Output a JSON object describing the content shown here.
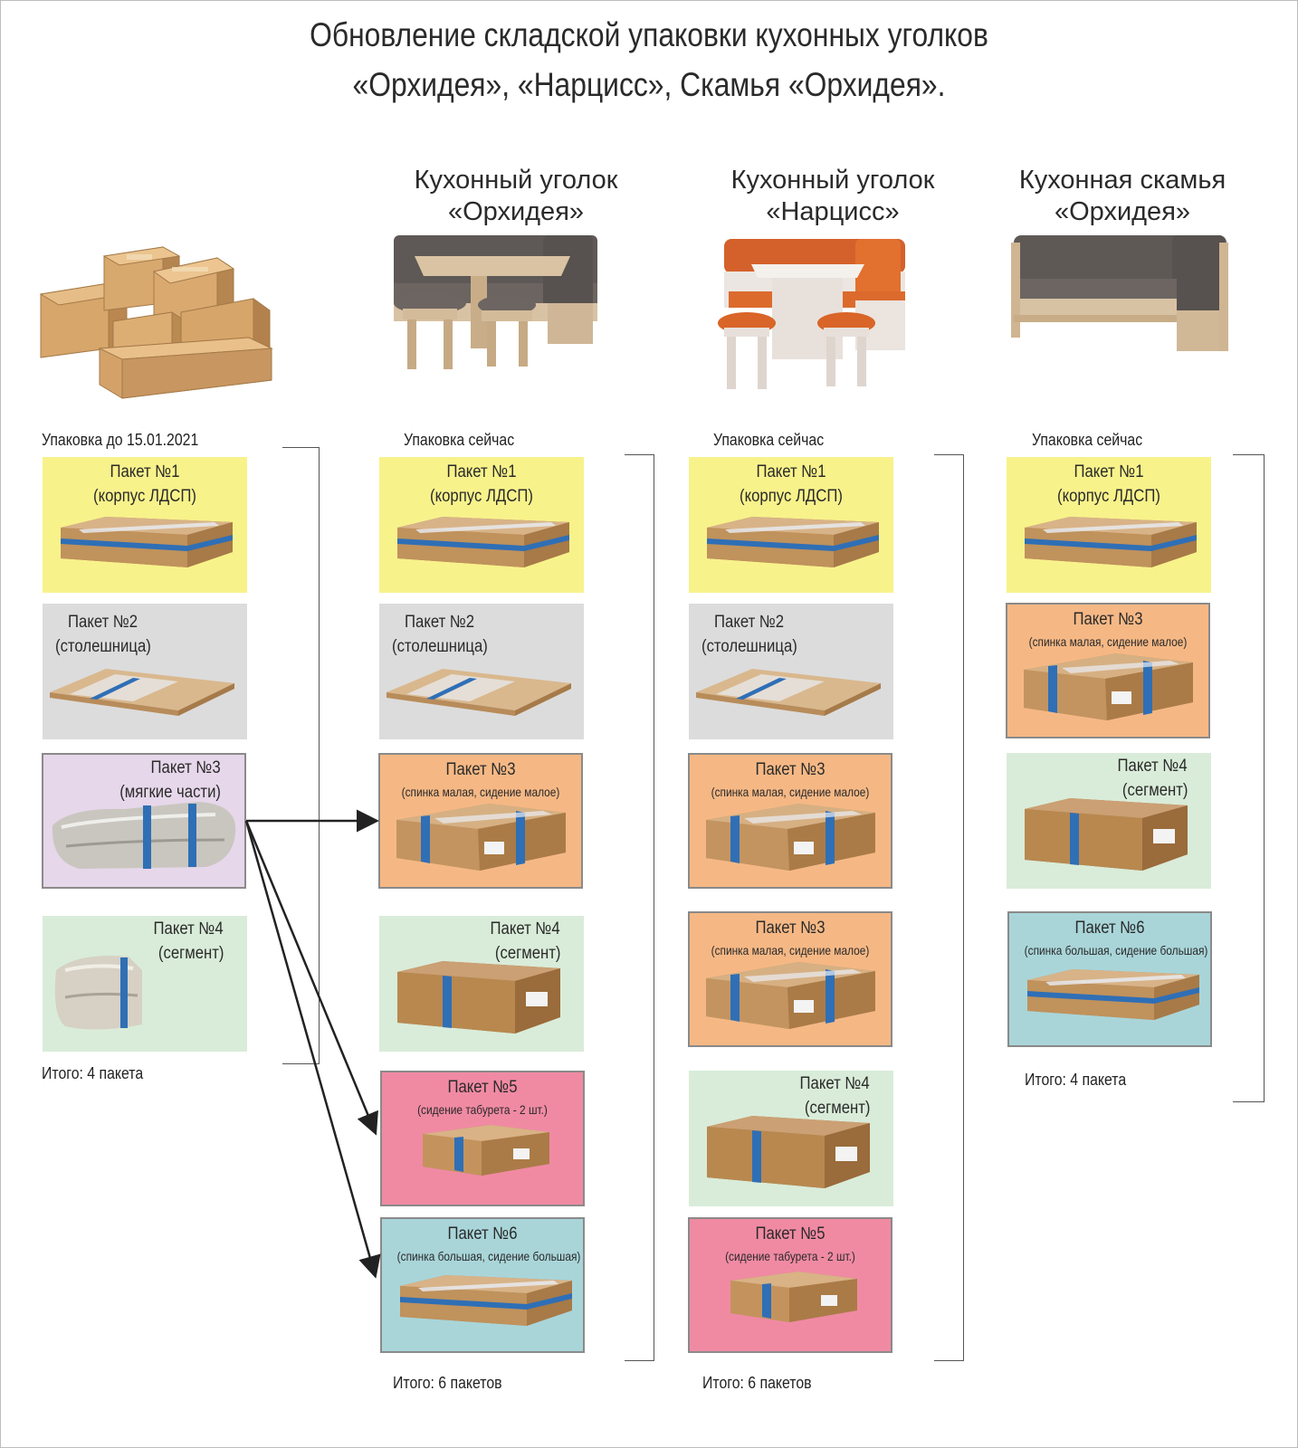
{
  "title": {
    "line1": "Обновление складской упаковки кухонных уголков",
    "line2": "«Орхидея», «Нарцисс», Скамья «Орхидея»."
  },
  "colors": {
    "pkg1": "#f8f28b",
    "pkg2": "#dcdcdc",
    "pkg3_old": "#e6d7ea",
    "pkg3": "#f5b885",
    "pkg4": "#d9ecd9",
    "pkg5": "#f08aa3",
    "pkg6": "#a9d5d9"
  },
  "columns": {
    "old": {
      "image_name": "cardboard-boxes-pile",
      "label": "Упаковка до 15.01.2021",
      "total": "Итого: 4 пакета",
      "packages": [
        {
          "t1": "Пакет №1",
          "t2": "(корпус ЛДСП)"
        },
        {
          "t1": "Пакет №2",
          "t2": "(столешница)"
        },
        {
          "t1": "Пакет №3",
          "t2": "(мягкие части)"
        },
        {
          "t1": "Пакет №4",
          "t2": "(сегмент)"
        }
      ]
    },
    "orchid": {
      "product_line1": "Кухонный уголок",
      "product_line2": "«Орхидея»",
      "label": "Упаковка сейчас",
      "total": "Итого: 6 пакетов",
      "packages": [
        {
          "t1": "Пакет №1",
          "t2": "(корпус ЛДСП)"
        },
        {
          "t1": "Пакет №2",
          "t2": "(столешница)"
        },
        {
          "t1": "Пакет №3",
          "t2": "(спинка малая, сидение малое)"
        },
        {
          "t1": "Пакет №4",
          "t2": "(сегмент)"
        },
        {
          "t1": "Пакет №5",
          "t2": "(сидение табурета - 2 шт.)"
        },
        {
          "t1": "Пакет №6",
          "t2": "(спинка большая, сидение большая)"
        }
      ]
    },
    "narcissus": {
      "product_line1": "Кухонный уголок",
      "product_line2": "«Нарцисс»",
      "label": "Упаковка сейчас",
      "total": "Итого: 6 пакетов",
      "packages": [
        {
          "t1": "Пакет №1",
          "t2": "(корпус ЛДСП)"
        },
        {
          "t1": "Пакет №2",
          "t2": "(столешница)"
        },
        {
          "t1": "Пакет №3",
          "t2": "(спинка малая, сидение малое)"
        },
        {
          "t1": "Пакет №3",
          "t2": "(спинка малая, сидение малое)"
        },
        {
          "t1": "Пакет №4",
          "t2": "(сегмент)"
        },
        {
          "t1": "Пакет №5",
          "t2": "(сидение табурета - 2 шт.)"
        }
      ]
    },
    "bench": {
      "product_line1": "Кухонная скамья",
      "product_line2": "«Орхидея»",
      "label": "Упаковка сейчас",
      "total": "Итого: 4 пакета",
      "packages": [
        {
          "t1": "Пакет №1",
          "t2": "(корпус ЛДСП)"
        },
        {
          "t1": "Пакет №3",
          "t2": "(спинка малая, сидение малое)"
        },
        {
          "t1": "Пакет №4",
          "t2": "(сегмент)"
        },
        {
          "t1": "Пакет №6",
          "t2": "(спинка большая, сидение большая)"
        }
      ]
    }
  }
}
